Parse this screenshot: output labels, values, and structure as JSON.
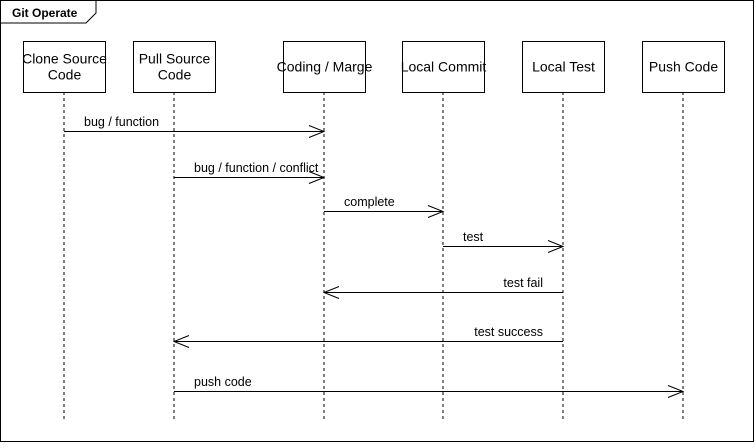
{
  "frame": {
    "title": "Git Operate"
  },
  "participants": [
    {
      "id": "clone",
      "lines": [
        "Clone Source",
        "Code"
      ]
    },
    {
      "id": "pull",
      "lines": [
        "Pull Source",
        "Code"
      ]
    },
    {
      "id": "coding",
      "lines": [
        "Coding / Marge"
      ]
    },
    {
      "id": "commit",
      "lines": [
        "Local Commit"
      ]
    },
    {
      "id": "test",
      "lines": [
        "Local Test"
      ]
    },
    {
      "id": "push",
      "lines": [
        "Push Code"
      ]
    }
  ],
  "messages": [
    {
      "from": "clone",
      "to": "coding",
      "label": "bug / function"
    },
    {
      "from": "pull",
      "to": "coding",
      "label": "bug / function / conflict"
    },
    {
      "from": "coding",
      "to": "commit",
      "label": "complete"
    },
    {
      "from": "commit",
      "to": "test",
      "label": "test"
    },
    {
      "from": "test",
      "to": "coding",
      "label": "test fail"
    },
    {
      "from": "test",
      "to": "pull",
      "label": "test success"
    },
    {
      "from": "pull",
      "to": "push",
      "label": "push code"
    }
  ]
}
